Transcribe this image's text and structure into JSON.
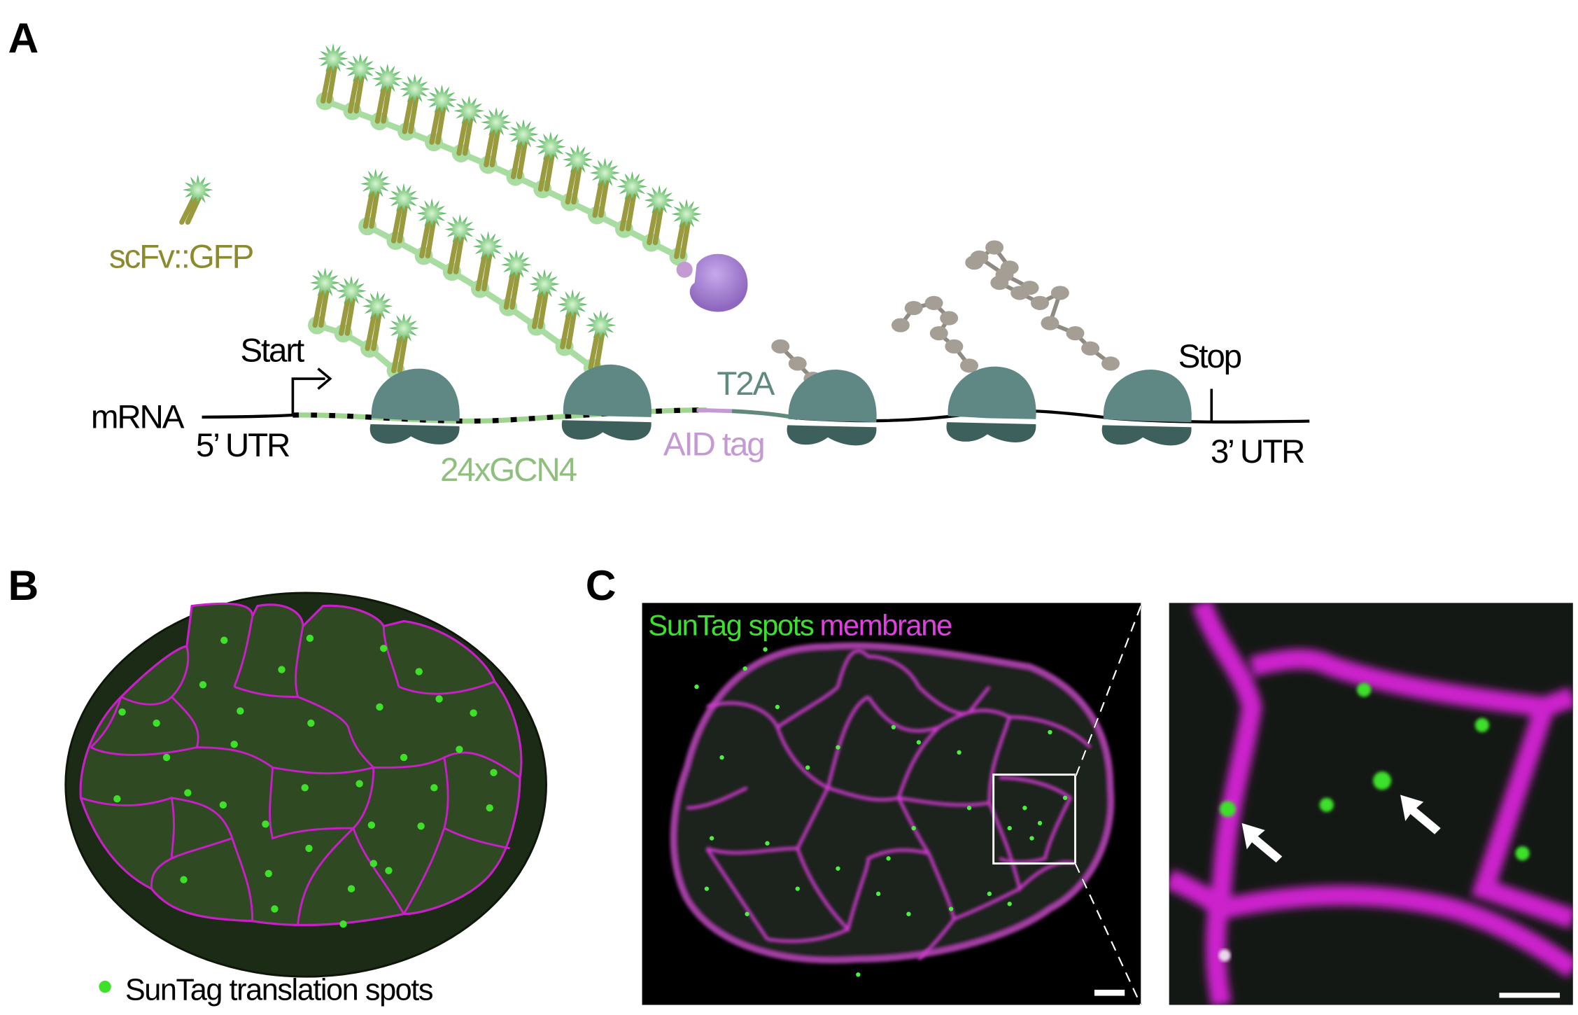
{
  "panels": {
    "a": "A",
    "b": "B",
    "c": "C"
  },
  "panel_a": {
    "scfv_label": "scFv::GFP",
    "start_label": "Start",
    "mrna_label": "mRNA",
    "utr5_label": "5’ UTR",
    "gcn4_label": "24xGCN4",
    "aid_label": "AID tag",
    "t2a_label": "T2A",
    "stop_label": "Stop",
    "utr3_label": "3’ UTR"
  },
  "panel_b": {
    "legend_label": "SunTag translation spots"
  },
  "panel_c": {
    "channel_green": "SunTag spots",
    "channel_magenta": "membrane"
  },
  "colors": {
    "scfv": "#8c8a2e",
    "gcn4": "#8ebf7c",
    "aid": "#c39ad2",
    "t2a": "#5f8a7c",
    "ribosome_large": "#5f8784",
    "ribosome_small": "#3e605d",
    "aid_protein": "#9b78c8",
    "membrane": "#d020d0",
    "spot": "#3ee02a"
  }
}
